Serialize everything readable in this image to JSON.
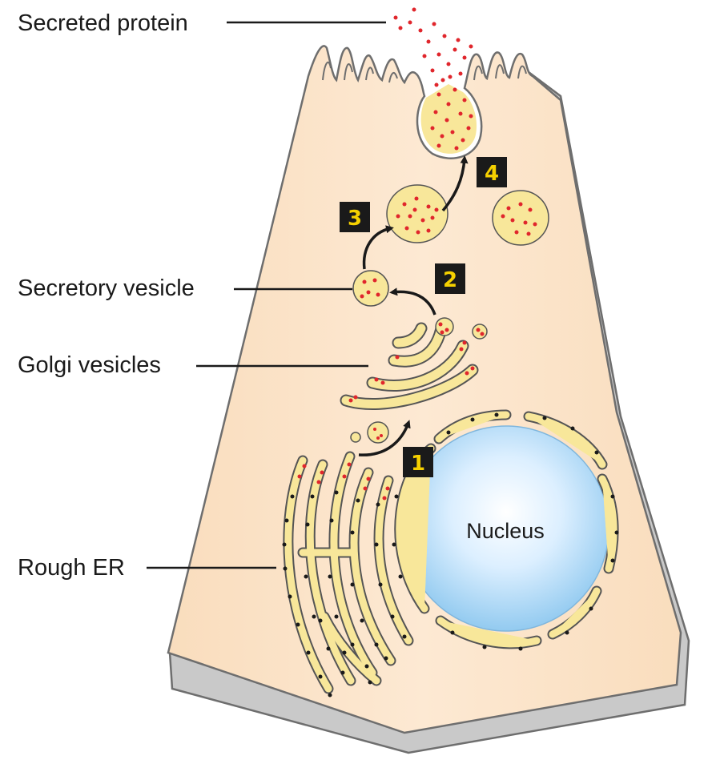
{
  "labels": {
    "secreted_protein": "Secreted protein",
    "secretory_vesicle": "Secretory vesicle",
    "golgi_vesicles": "Golgi vesicles",
    "rough_er": "Rough ER",
    "nucleus": "Nucleus"
  },
  "steps": [
    "1",
    "2",
    "3",
    "4"
  ],
  "colors": {
    "cytoplasm": "#fbe3c8",
    "membrane": "#8a8a8a",
    "organelle_fill": "#f8e79a",
    "protein_dot": "#e0262c",
    "nucleus_fill": "#a9d6f3",
    "step_box": "#1a1a1a",
    "step_text": "#f5d000"
  }
}
